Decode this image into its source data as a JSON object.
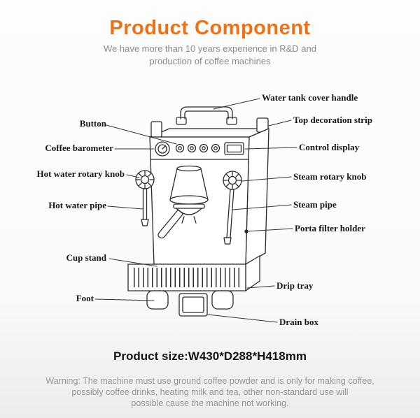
{
  "header": {
    "title": "Product Component",
    "subtitle": [
      "We have more than 10 years experience in R&D and",
      "production of coffee machines"
    ]
  },
  "labels": {
    "left": [
      {
        "text": "Button"
      },
      {
        "text": "Coffee barometer"
      },
      {
        "text": "Hot water rotary knob"
      },
      {
        "text": "Hot water pipe"
      },
      {
        "text": "Cup stand"
      },
      {
        "text": "Foot"
      }
    ],
    "right": [
      {
        "text": "Water tank cover handle"
      },
      {
        "text": "Top decoration strip"
      },
      {
        "text": "Control display"
      },
      {
        "text": "Steam rotary knob"
      },
      {
        "text": "Steam pipe"
      },
      {
        "text": "Porta filter holder"
      },
      {
        "text": "Drip tray"
      },
      {
        "text": "Drain box"
      }
    ]
  },
  "footer": {
    "product_size": "Product size:W430*D288*H418mm",
    "warning": [
      "Warning: The machine must use ground coffee powder and is only for making coffee,",
      "possibly coffee drinks, heating milk and tea, other non-standard use will",
      "possible cause the machine not working."
    ]
  },
  "colors": {
    "title_accent": "#e8731a",
    "label_text": "#161616",
    "muted_text": "#8a8a8a",
    "line": "#2a2a2a"
  }
}
